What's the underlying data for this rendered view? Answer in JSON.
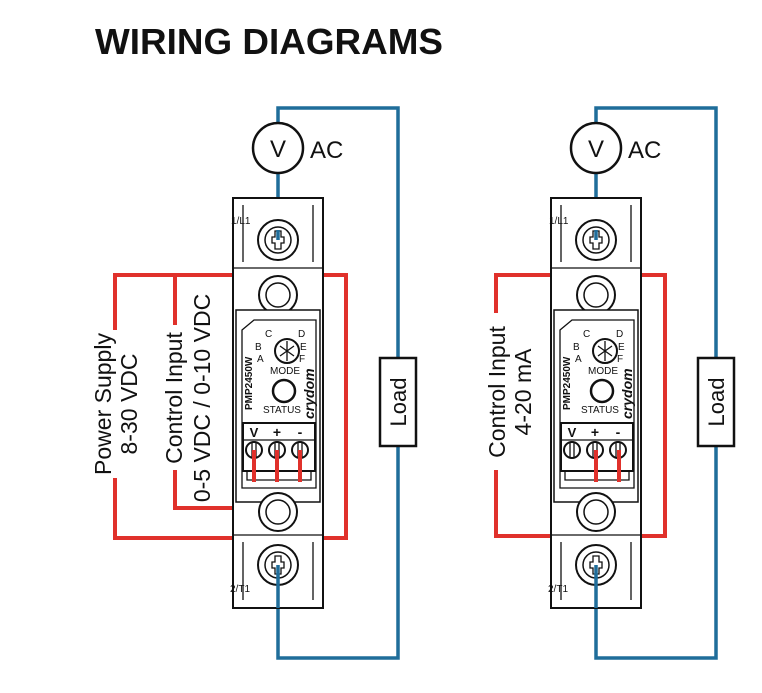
{
  "title": "WIRING DIAGRAMS",
  "colors": {
    "control_wire": "#e0312b",
    "load_wire": "#1f6d9a"
  },
  "device": {
    "model": "PMP2450W",
    "brand": "crydom",
    "terminal_top": "1/L1",
    "terminal_bottom": "2/T1",
    "mode_label": "MODE",
    "status_label": "STATUS",
    "dial_letters": {
      "a": "A",
      "b": "B",
      "c": "C",
      "d": "D",
      "e": "E",
      "f": "F"
    },
    "terminals": {
      "v": "V",
      "plus": "+",
      "minus": "-"
    }
  },
  "meter": {
    "symbol": "V",
    "type": "AC"
  },
  "load_label": "Load",
  "diagrams": [
    {
      "power_supply": "Power Supply",
      "power_range": "8-30 VDC",
      "control": "Control Input",
      "control_range": "0-5 VDC / 0-10 VDC"
    },
    {
      "control": "Control Input",
      "control_range": "4-20 mA"
    }
  ]
}
